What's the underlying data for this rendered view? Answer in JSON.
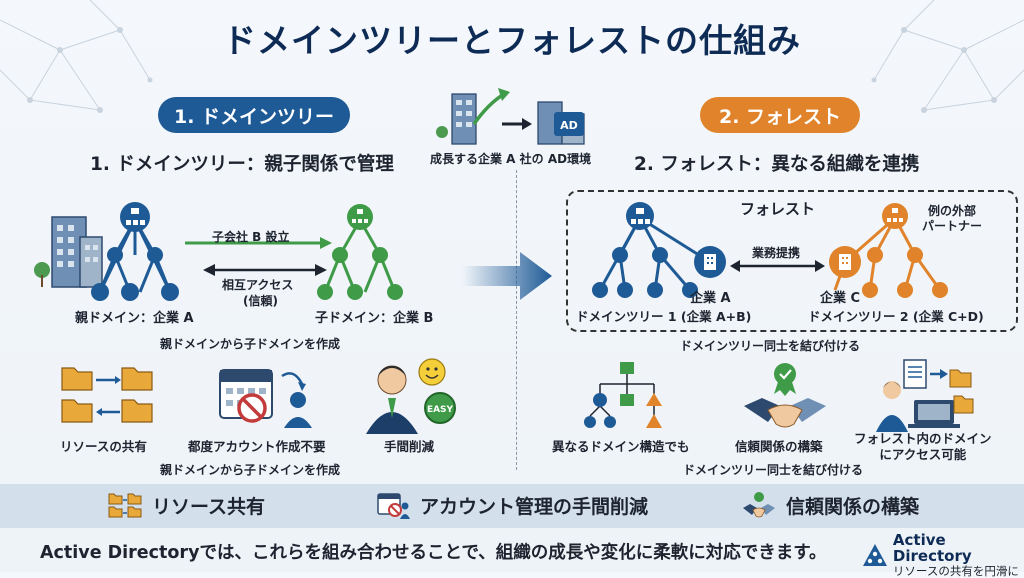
{
  "title": "ドメインツリーとフォレストの仕組み",
  "left": {
    "pill": "1. ドメインツリー",
    "heading": "1. ドメインツリー：親子関係で管理",
    "arrow_top": "子会社 B 設立",
    "arrow_bottom": "相互アクセス",
    "arrow_bottom_sub": "(信頼)",
    "parent_label": "親ドメイン：企業 A",
    "child_label": "子ドメイン：企業 B",
    "caption": "親ドメインから子ドメインを作成",
    "icons": [
      {
        "label": "リソースの共有",
        "icon": "folder-sync-icon"
      },
      {
        "label": "都度アカウント作成不要",
        "icon": "calendar-no-icon"
      },
      {
        "label": "手間削減",
        "icon": "easy-person-icon"
      }
    ],
    "bottom_caption": "親ドメインから子ドメインを作成",
    "easy_badge": "EASY"
  },
  "center": {
    "caption": "成長する企業 A 社の AD環境",
    "ad_badge": "AD"
  },
  "right": {
    "pill": "2. フォレスト",
    "heading": "2. フォレスト：異なる組織を連携",
    "forest_label": "フォレスト",
    "partner_note": "例の外部\nパートナー",
    "link_label": "業務提携",
    "company_a": "企業 A",
    "company_c": "企業 C",
    "tree1": "ドメインツリー 1 (企業 A+B)",
    "tree2": "ドメインツリー 2 (企業 C+D)",
    "caption": "ドメインツリー同士を結び付ける",
    "icons": [
      {
        "label": "異なるドメイン構造でも",
        "icon": "hierarchy-shapes-icon"
      },
      {
        "label": "信頼関係の構築",
        "icon": "handshake-icon"
      },
      {
        "label": "フォレスト内のドメイン\nにアクセス可能",
        "icon": "access-person-icon"
      }
    ],
    "bottom_caption": "ドメインツリー同士を結び付ける"
  },
  "band": [
    {
      "label": "リソース共有",
      "icon": "folder-sync-icon"
    },
    {
      "label": "アカウント管理の手間削減",
      "icon": "calendar-no-icon"
    },
    {
      "label": "信頼関係の構築",
      "icon": "handshake-icon"
    }
  ],
  "footer": "Active Directoryでは、これらを組み合わせることで、組織の成長や変化に柔軟に対応できます。",
  "logo": {
    "name": "Active Directory",
    "sub": "リソースの共有を円滑に"
  },
  "colors": {
    "blue": "#1e5a96",
    "green": "#3f9b48",
    "orange": "#e0832a",
    "navy": "#0d2b55"
  }
}
